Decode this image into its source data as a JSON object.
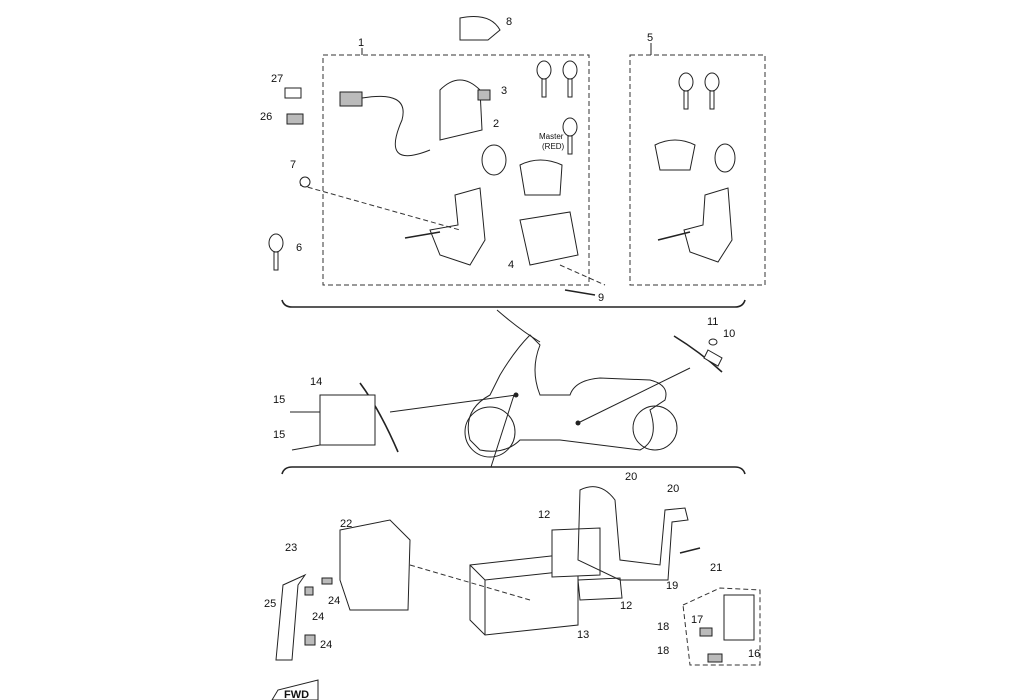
{
  "diagram": {
    "callouts": [
      "1",
      "2",
      "3",
      "4",
      "5",
      "6",
      "7",
      "8",
      "9",
      "10",
      "11",
      "12",
      "13",
      "14",
      "15",
      "16",
      "17",
      "18",
      "19",
      "20",
      "21",
      "22",
      "23",
      "24",
      "25",
      "26",
      "27"
    ],
    "master_label_line1": "Master",
    "master_label_line2": "(RED)",
    "fwd_label": "FWD"
  }
}
